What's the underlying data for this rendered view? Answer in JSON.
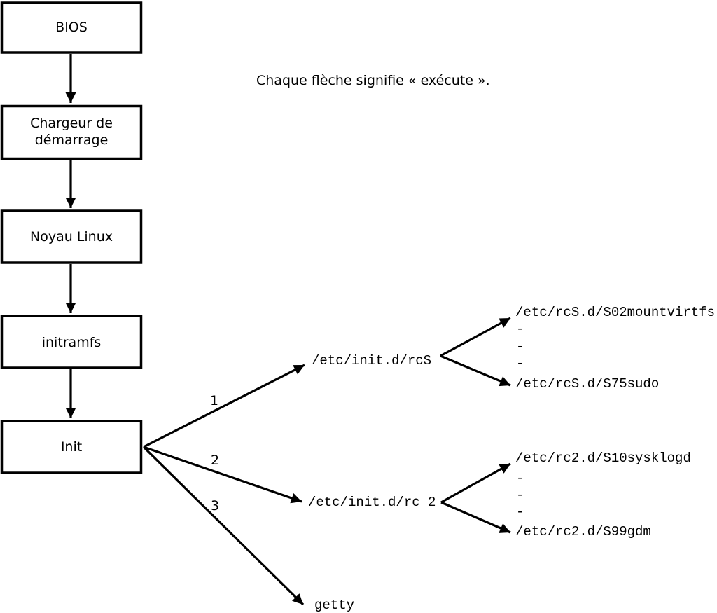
{
  "title": "Chaque flèche signifie « exécute ».",
  "boxes": [
    {
      "id": "bios",
      "lines": [
        "BIOS"
      ]
    },
    {
      "id": "bootloader",
      "lines": [
        "Chargeur de",
        "démarrage"
      ]
    },
    {
      "id": "kernel",
      "lines": [
        "Noyau Linux"
      ]
    },
    {
      "id": "initramfs",
      "lines": [
        "initramfs"
      ]
    },
    {
      "id": "init",
      "lines": [
        "Init"
      ]
    }
  ],
  "arrow_labels": [
    "1",
    "2",
    "3"
  ],
  "paths": {
    "rcS": "/etc/init.d/rcS",
    "rc2": "/etc/init.d/rc 2",
    "getty": "getty",
    "ellipsis": "-",
    "rcS_children": [
      "/etc/rcS.d/S02mountvirtfs",
      "/etc/rcS.d/S75sudo"
    ],
    "rc2_children": [
      "/etc/rc2.d/S10sysklogd",
      "/etc/rc2.d/S99gdm"
    ]
  },
  "colors": {
    "line": "#000000",
    "background": "#ffffff",
    "text": "#000000"
  }
}
